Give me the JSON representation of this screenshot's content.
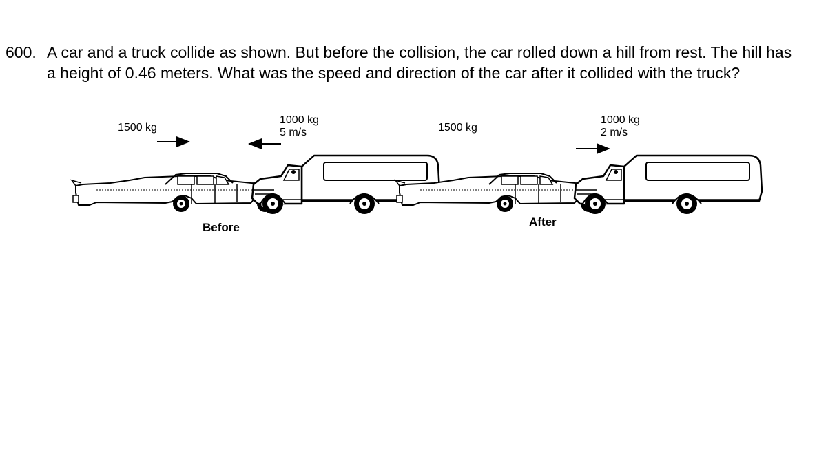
{
  "problem": {
    "number": "600.",
    "text": "A car and a truck collide as shown. But before the collision, the car rolled down a hill from rest. The hill has a height of 0.46 meters. What was the speed and direction of the car after it collided with the truck?"
  },
  "diagram": {
    "before": {
      "caption": "Before",
      "car_mass": "1500 kg",
      "truck_mass": "1000 kg",
      "truck_speed": "5 m/s",
      "car_arrow_direction": "right",
      "truck_arrow_direction": "left"
    },
    "after": {
      "caption": "After",
      "car_mass": "1500 kg",
      "truck_mass": "1000 kg",
      "truck_speed": "2 m/s",
      "truck_arrow_direction": "right"
    },
    "icons": [
      "car-icon",
      "truck-icon",
      "arrow-icon"
    ]
  }
}
